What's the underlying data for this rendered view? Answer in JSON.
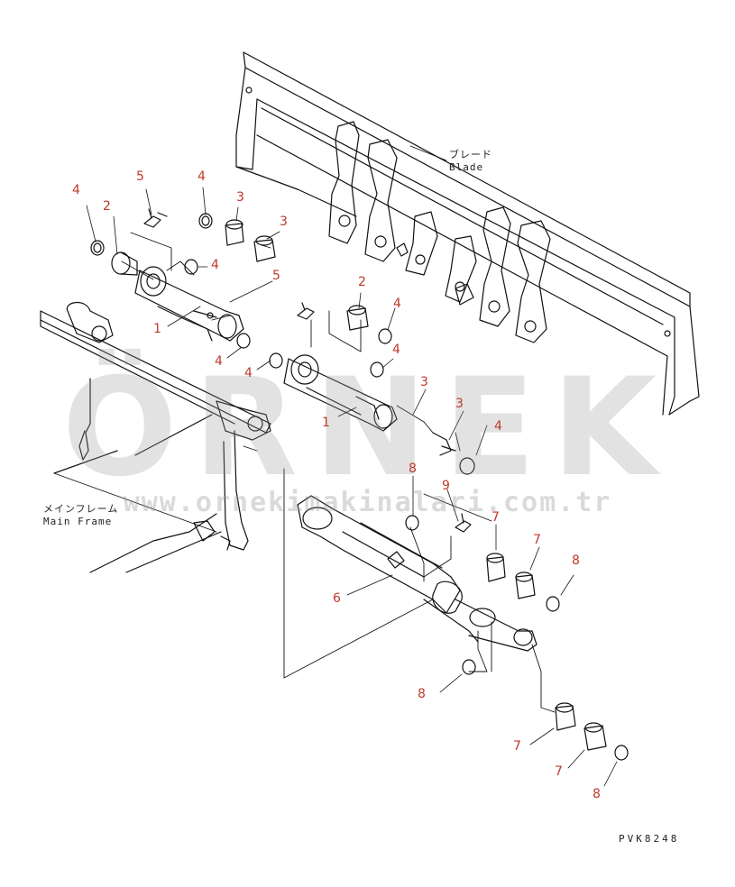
{
  "watermark": {
    "brand": "ÖRNEK",
    "url": "www.ornekimakinalari.com.tr"
  },
  "annotations": {
    "blade_jp": "ブレード",
    "blade_en": "Blade",
    "frame_jp": "メインフレーム",
    "frame_en": "Main Frame",
    "code": "PVK8248"
  },
  "callouts": [
    {
      "id": "c01",
      "text": "4"
    },
    {
      "id": "c02",
      "text": "2"
    },
    {
      "id": "c03",
      "text": "5"
    },
    {
      "id": "c04",
      "text": "4"
    },
    {
      "id": "c05",
      "text": "3"
    },
    {
      "id": "c06",
      "text": "3"
    },
    {
      "id": "c07",
      "text": "4"
    },
    {
      "id": "c08",
      "text": "5"
    },
    {
      "id": "c09",
      "text": "1"
    },
    {
      "id": "c10",
      "text": "4"
    },
    {
      "id": "c11",
      "text": "2"
    },
    {
      "id": "c12",
      "text": "4"
    },
    {
      "id": "c13",
      "text": "4"
    },
    {
      "id": "c14",
      "text": "4"
    },
    {
      "id": "c15",
      "text": "3"
    },
    {
      "id": "c16",
      "text": "3"
    },
    {
      "id": "c17",
      "text": "1"
    },
    {
      "id": "c18",
      "text": "4"
    },
    {
      "id": "c19",
      "text": "8"
    },
    {
      "id": "c20",
      "text": "9"
    },
    {
      "id": "c21",
      "text": "7"
    },
    {
      "id": "c22",
      "text": "7"
    },
    {
      "id": "c23",
      "text": "8"
    },
    {
      "id": "c24",
      "text": "6"
    },
    {
      "id": "c25",
      "text": "8"
    },
    {
      "id": "c26",
      "text": "7"
    },
    {
      "id": "c27",
      "text": "7"
    },
    {
      "id": "c28",
      "text": "8"
    }
  ]
}
